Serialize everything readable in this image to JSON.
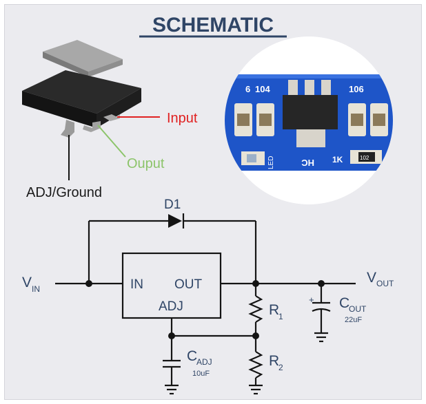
{
  "title": "SCHEMATIC",
  "package_labels": {
    "input": "Input",
    "output": "Ouput",
    "adj_ground": "ADJ/Ground"
  },
  "board_labels": {
    "left_code": "104",
    "left_prefix": "6",
    "right_code": "106",
    "led": "LED",
    "marking": "HC",
    "resistor": "1K",
    "resistor_code": "102"
  },
  "circuit": {
    "diode": "D1",
    "vin": "V",
    "vin_sub": "IN",
    "vout": "V",
    "vout_sub": "OUT",
    "pin_in": "IN",
    "pin_out": "OUT",
    "pin_adj": "ADJ",
    "r1": "R",
    "r1_sub": "1",
    "r2": "R",
    "r2_sub": "2",
    "cout": "C",
    "cout_sub": "OUT",
    "cout_value": "22uF",
    "cadj": "C",
    "cadj_sub": "ADJ",
    "cadj_value": "10uF",
    "polarity": "+"
  },
  "colors": {
    "title": "#2f4566",
    "input_line": "#e02020",
    "output_line": "#8cc46a",
    "pcb": "#1e55c8"
  }
}
